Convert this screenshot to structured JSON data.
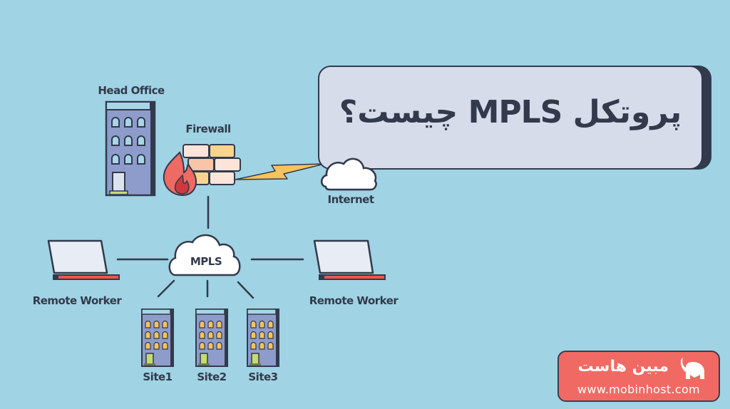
{
  "title": {
    "text": "پروتکل MPLS چیست؟"
  },
  "nodes": {
    "head_office": "Head Office",
    "firewall": "Firewall",
    "internet": "Internet",
    "mpls": "MPLS",
    "remote_worker_left": "Remote Worker",
    "remote_worker_right": "Remote Worker",
    "sites": [
      "Site1",
      "Site2",
      "Site3"
    ]
  },
  "brand": {
    "name": "مبین هاست",
    "url": "www.mobinhost.com",
    "logo_icon": "elephant-icon"
  },
  "colors": {
    "background": "#a0d3e4",
    "outline": "#323a4c",
    "title_box": "#d6dcea",
    "building": "#8d9ccb",
    "window_lit": "#f6c35c",
    "door_green": "#c4dc6a",
    "flame": "#ef6a63",
    "laptop_bar": "#f0554f",
    "bolt": "#f6c35c",
    "brand_box": "#f06a63"
  }
}
